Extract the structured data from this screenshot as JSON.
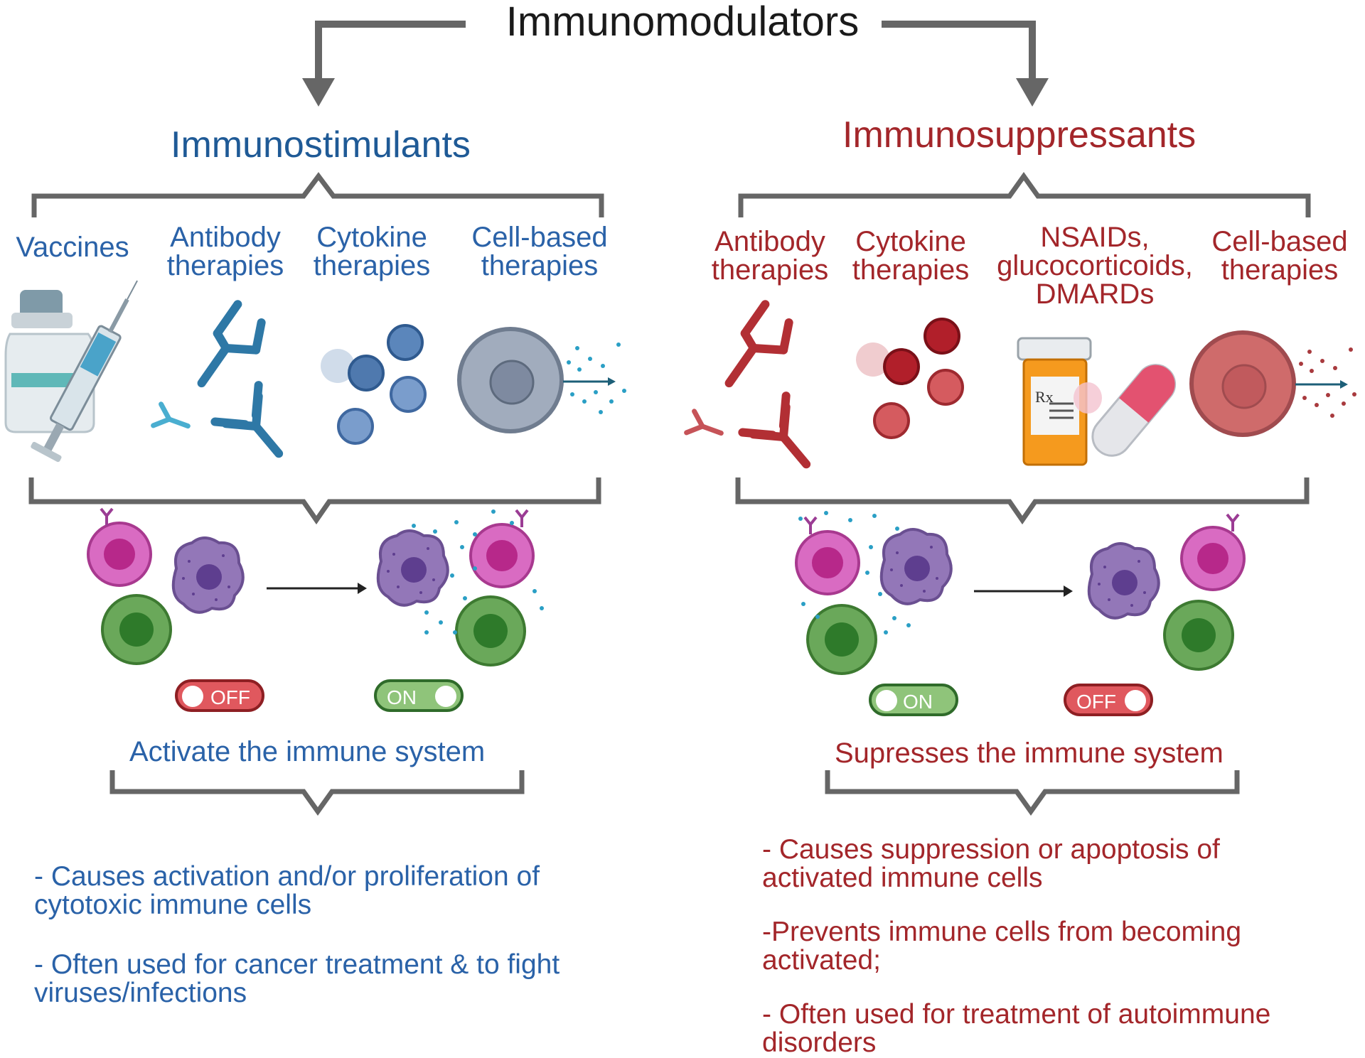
{
  "title": "Immunomodulators",
  "left": {
    "heading": "Immunostimulants",
    "categories": [
      "Vaccines",
      "Antibody therapies",
      "Cytokine therapies",
      "Cell-based therapies"
    ],
    "toggle_before": "OFF",
    "toggle_after": "ON",
    "summary": "Activate the immune system",
    "bullets": [
      "- Causes activation and/or proliferation of cytotoxic immune cells",
      "- Often used for cancer treatment & to fight viruses/infections"
    ]
  },
  "right": {
    "heading": "Immunosuppressants",
    "categories": [
      "Antibody therapies",
      "Cytokine therapies",
      "NSAIDs, glucocorticoids, DMARDs",
      "Cell-based therapies"
    ],
    "toggle_before": "ON",
    "toggle_after": "OFF",
    "summary": "Supresses the immune system",
    "bullets": [
      "- Causes suppression or apoptosis of activated immune cells",
      "-Prevents immune cells from becoming activated;",
      "- Often used for treatment of autoimmune disorders"
    ]
  },
  "pill_label": "Rx",
  "colors": {
    "blue": "#2a62a8",
    "red": "#a3262a",
    "arrow": "#666666"
  }
}
